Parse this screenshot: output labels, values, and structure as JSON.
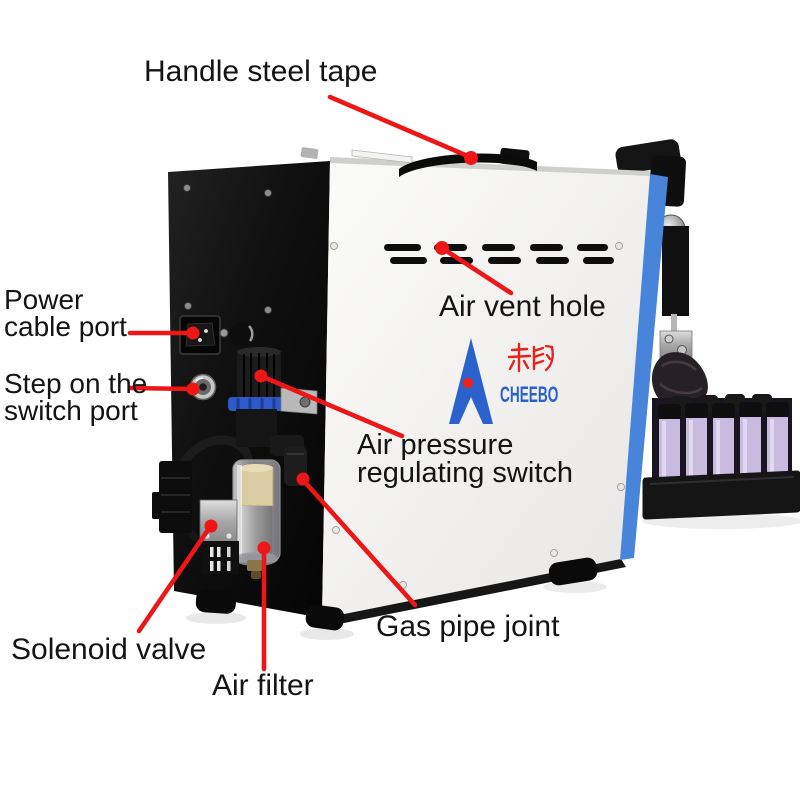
{
  "brand": {
    "chinese_name": "赤豹",
    "latin_name": "CHEEBO"
  },
  "colors": {
    "arrow_red": "#ee1616",
    "brand_blue": "#2b61cd",
    "logo_red": "#e8231e",
    "stripe_blue": "#4784da",
    "battery_lavender": "#c9badf",
    "label_black": "#141414"
  },
  "annotations": [
    {
      "id": "handle-steel-tape",
      "text": "Handle steel tape"
    },
    {
      "id": "air-vent-hole",
      "text": "Air vent hole"
    },
    {
      "id": "power-cable-port",
      "text": "Power\ncable port"
    },
    {
      "id": "step-on-switch-port",
      "text": "Step on the\nswitch port"
    },
    {
      "id": "air-pressure-regulating-switch",
      "text": "Air pressure\nregulating switch"
    },
    {
      "id": "solenoid-valve",
      "text": "Solenoid valve"
    },
    {
      "id": "air-filter",
      "text": "Air filter"
    },
    {
      "id": "gas-pipe-joint",
      "text": "Gas pipe joint"
    }
  ]
}
